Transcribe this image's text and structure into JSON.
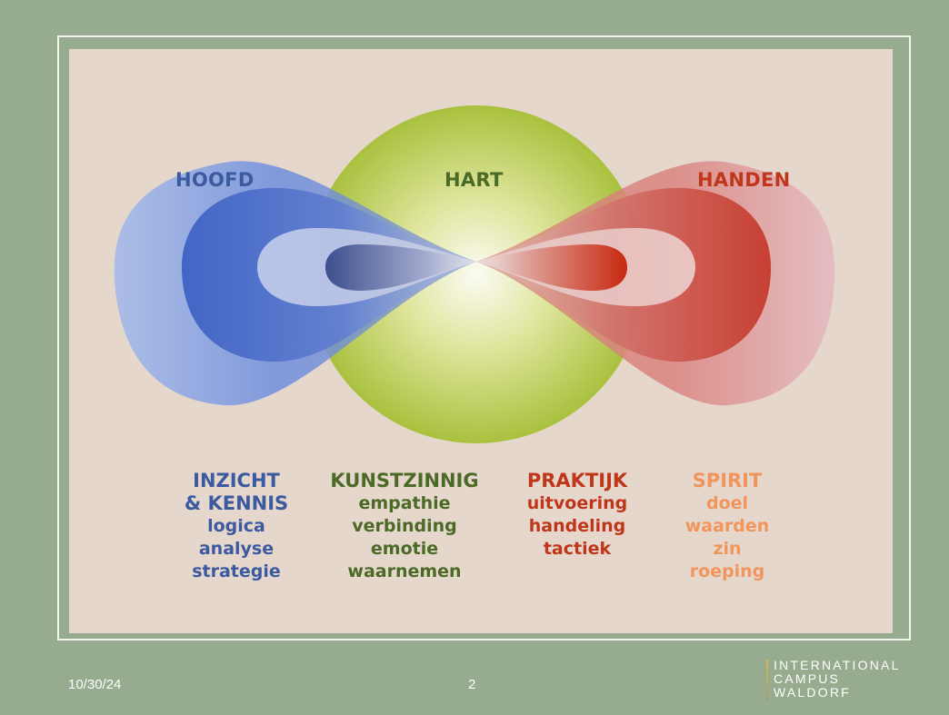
{
  "colors": {
    "background": "#97ab8f",
    "panel": "#e5d7cb",
    "blue": "#3c5aa0",
    "green": "#4b6a25",
    "red": "#c0361a",
    "orange": "#f2955c"
  },
  "regions": {
    "head": "HOOFD",
    "heart": "HART",
    "hands": "HANDEN"
  },
  "columns": [
    {
      "heading": [
        "INZICHT",
        "& KENNIS"
      ],
      "items": [
        "logica",
        "analyse",
        "strategie"
      ]
    },
    {
      "heading": [
        "KUNSTZINNIG"
      ],
      "items": [
        "empathie",
        "verbinding",
        "emotie",
        "waarnemen"
      ]
    },
    {
      "heading": [
        "PRAKTIJK"
      ],
      "items": [
        "uitvoering",
        "handeling",
        "tactiek"
      ]
    },
    {
      "heading": [
        "SPIRIT"
      ],
      "items": [
        "doel",
        "waarden",
        "zin",
        "roeping"
      ]
    }
  ],
  "footer": {
    "date": "10/30/24",
    "page": "2",
    "logo_lines": [
      "INTERNATIONAL",
      "CAMPUS",
      "WALDORF"
    ]
  }
}
